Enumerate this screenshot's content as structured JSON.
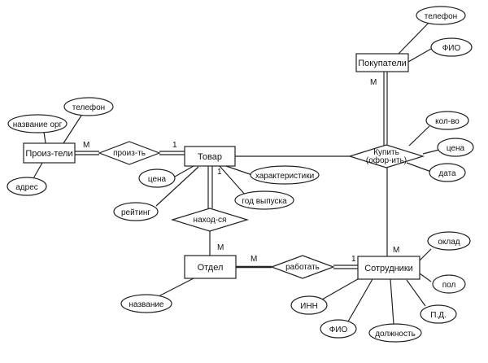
{
  "entities": {
    "proizvoditeli": "Произ-тели",
    "tovar": "Товар",
    "pokupateli": "Покупатели",
    "otdel": "Отдел",
    "sotrudniki": "Сотрудники"
  },
  "relationships": {
    "proizvodit": "произ-ть",
    "kupit_line1": "Купить",
    "kupit_line2": "(офор-ить)",
    "nahoditsya": "наход-ся",
    "rabotat": "работать"
  },
  "attributes": {
    "pokupateli_telefon": "телефон",
    "pokupateli_fio": "ФИО",
    "proizv_nazvanie": "название орг",
    "proizv_telefon": "телефон",
    "proizv_adres": "адрес",
    "tovar_cena": "цена",
    "tovar_reyting": "рейтинг",
    "tovar_harakteristiki": "характеристики",
    "tovar_god": "год выпуска",
    "kupit_kolvo": "кол-во",
    "kupit_cena": "цена",
    "kupit_data": "дата",
    "otdel_nazvanie": "название",
    "sotr_oklad": "оклад",
    "sotr_pol": "пол",
    "sotr_pd": "П.Д.",
    "sotr_inn": "ИНН",
    "sotr_fio": "ФИО",
    "sotr_dolzhnost": "должность"
  },
  "cardinalities": {
    "proizv_m": "M",
    "tovar_1_left": "1",
    "tovar_1_down": "1",
    "pokupateli_m": "M",
    "otdel_m_up": "M",
    "otdel_m_right": "M",
    "sotr_1": "1",
    "sotr_m": "M"
  }
}
